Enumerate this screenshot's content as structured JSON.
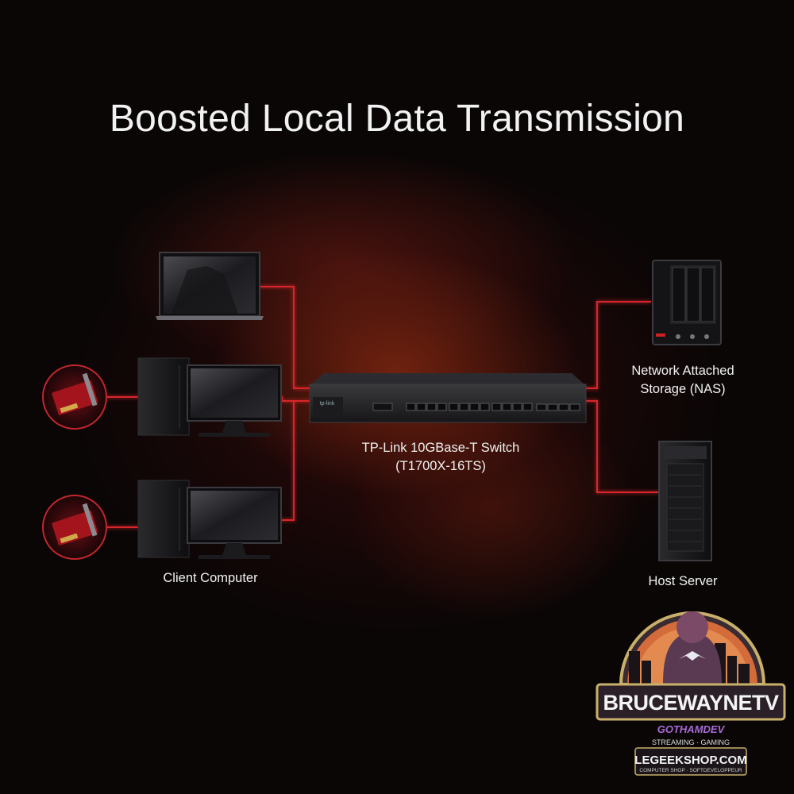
{
  "title": "Boosted Local Data Transmission",
  "labels": {
    "switch_line1": "TP-Link 10GBase-T Switch",
    "switch_line2": "(T1700X-16TS)",
    "nas_line1": "Network Attached",
    "nas_line2": "Storage (NAS)",
    "client": "Client Computer",
    "server": "Host Server",
    "switch_badge": "tp-link"
  },
  "watermark": {
    "name": "BRUCEWAYNETV",
    "tagline": "GOTHAMDEV",
    "services": "STREAMING · GAMING",
    "site": "LEGEEKSHOP.COM",
    "footer": "COMPUTER SHOP · SOFTDEVELOPPEUR"
  },
  "colors": {
    "connector": "#d7262c",
    "background": "#0a0606",
    "text": "#f1f1f1"
  }
}
